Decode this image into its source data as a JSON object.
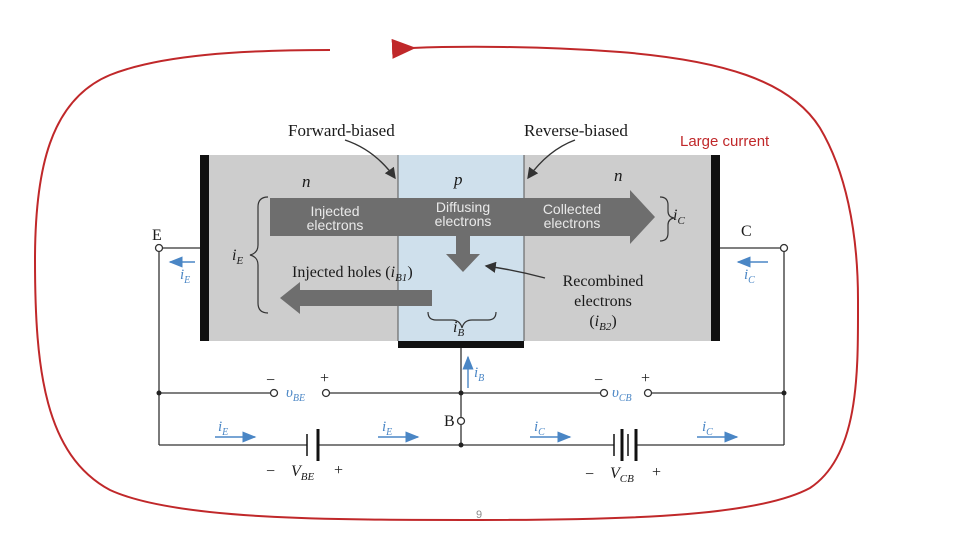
{
  "annotation": {
    "large_current": "Large current"
  },
  "slide": {
    "page_number": "9"
  },
  "junctions": {
    "forward": "Forward-biased",
    "reverse": "Reverse-biased"
  },
  "regions": {
    "emitter_type": "n",
    "base_type": "p",
    "collector_type": "n"
  },
  "flows": {
    "injected_electrons": [
      "Injected",
      "electrons"
    ],
    "diffusing_electrons": [
      "Diffusing",
      "electrons"
    ],
    "collected_electrons": [
      "Collected",
      "electrons"
    ],
    "injected_holes": "Injected holes (",
    "injected_holes_sym": "i",
    "injected_holes_sub": "B1",
    "recombined_line1": "Recombined",
    "recombined_line2": "electrons",
    "recombined_sym": "i",
    "recombined_sub": "B2"
  },
  "currents": {
    "iE": {
      "sym": "i",
      "sub": "E"
    },
    "iC": {
      "sym": "i",
      "sub": "C"
    },
    "iB": {
      "sym": "i",
      "sub": "B"
    }
  },
  "terminals": {
    "emitter": "E",
    "collector": "C",
    "base": "B"
  },
  "voltages": {
    "vBE": {
      "sym": "υ",
      "sub": "BE"
    },
    "vCB": {
      "sym": "υ",
      "sub": "CB"
    },
    "VBE": {
      "sym": "V",
      "sub": "BE"
    },
    "VCB": {
      "sym": "V",
      "sub": "CB"
    },
    "minus": "−",
    "plus": "+"
  },
  "colors": {
    "annotation_red": "#c0282a",
    "region_n": "#cdcdcd",
    "region_p": "#cfe0ec",
    "flow_arrow": "#6e6e6e",
    "current_blue": "#4a86c5"
  }
}
